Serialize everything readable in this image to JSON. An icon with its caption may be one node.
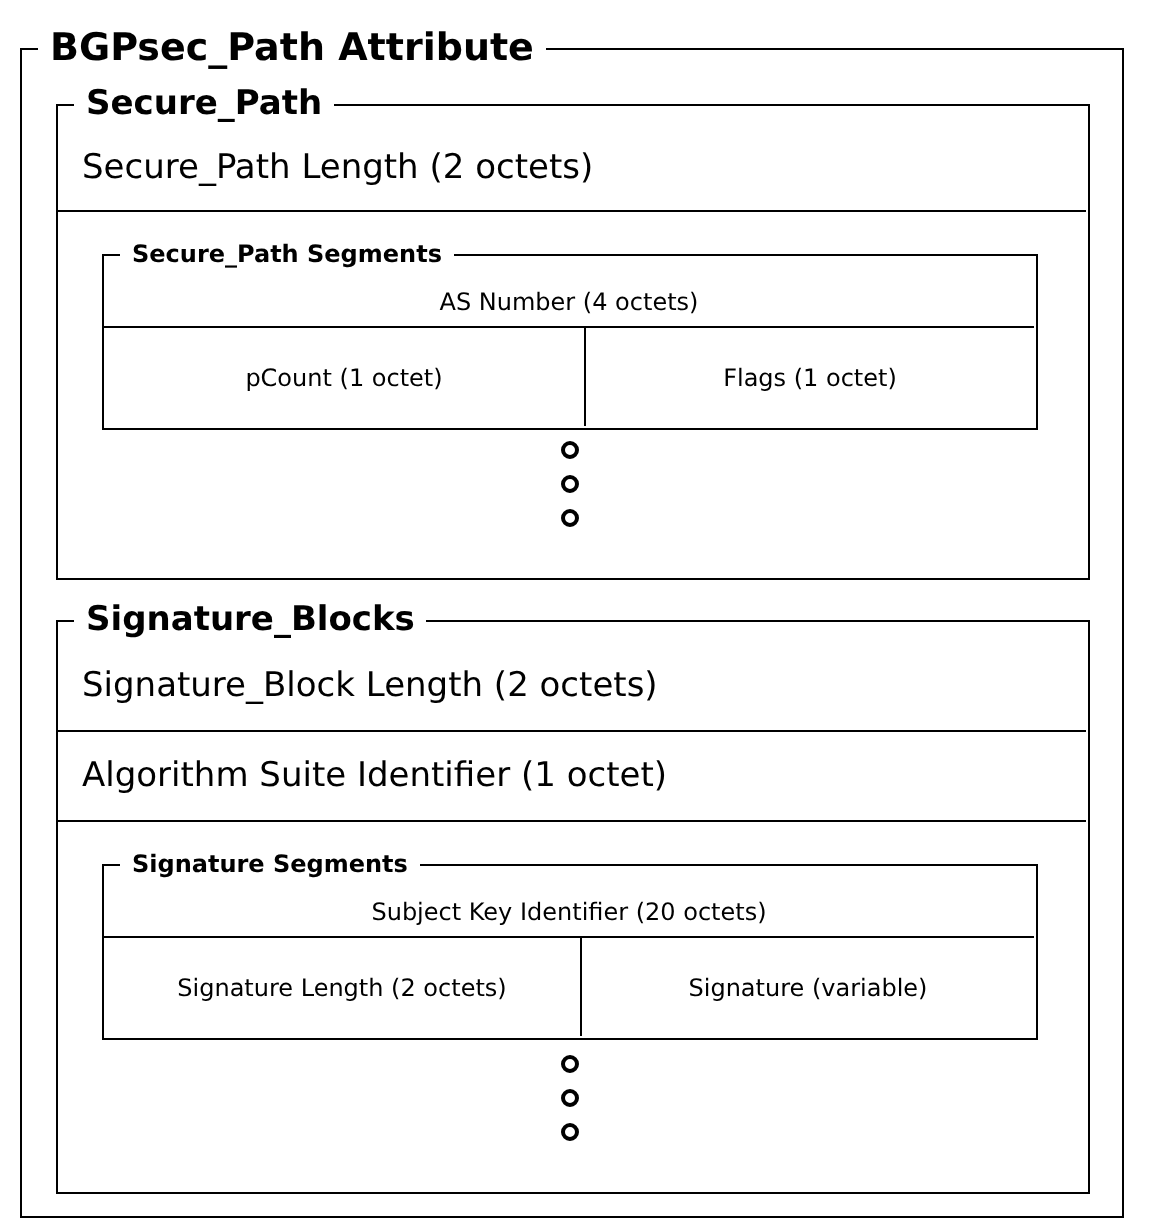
{
  "diagram": {
    "nodes": [
      {
        "text": [
          "BGPsec_Path Attribute"
        ]
      },
      {
        "text": [
          "Secure_Path"
        ],
        "in": 0
      },
      {
        "text": [
          "Secure_Path Length (2 octets)"
        ],
        "in": 1
      },
      {
        "text": [
          "Secure_Path Segments"
        ],
        "in": 1
      },
      {
        "text": [
          "AS Number (4 octets)"
        ],
        "in": 3
      },
      {
        "text": [
          "pCount (1 octet)"
        ],
        "in": 3
      },
      {
        "text": [
          "Flags (1 octet)"
        ],
        "in": 3
      },
      {
        "text": [
          "Signature_Blocks"
        ],
        "in": 0
      },
      {
        "text": [
          "Signature_Block Length (2 octets)"
        ],
        "in": 7
      },
      {
        "text": [
          "Algorithm Suite Identifier (1 octet)"
        ],
        "in": 7
      },
      {
        "text": [
          "Signature Segments"
        ],
        "in": 7
      },
      {
        "text": [
          "Subject Key Identifier (20 octets)"
        ],
        "in": 10
      },
      {
        "text": [
          "Signature Length (2 octets)"
        ],
        "in": 10
      },
      {
        "text": [
          "Signature (variable)"
        ],
        "in": 10
      }
    ]
  }
}
